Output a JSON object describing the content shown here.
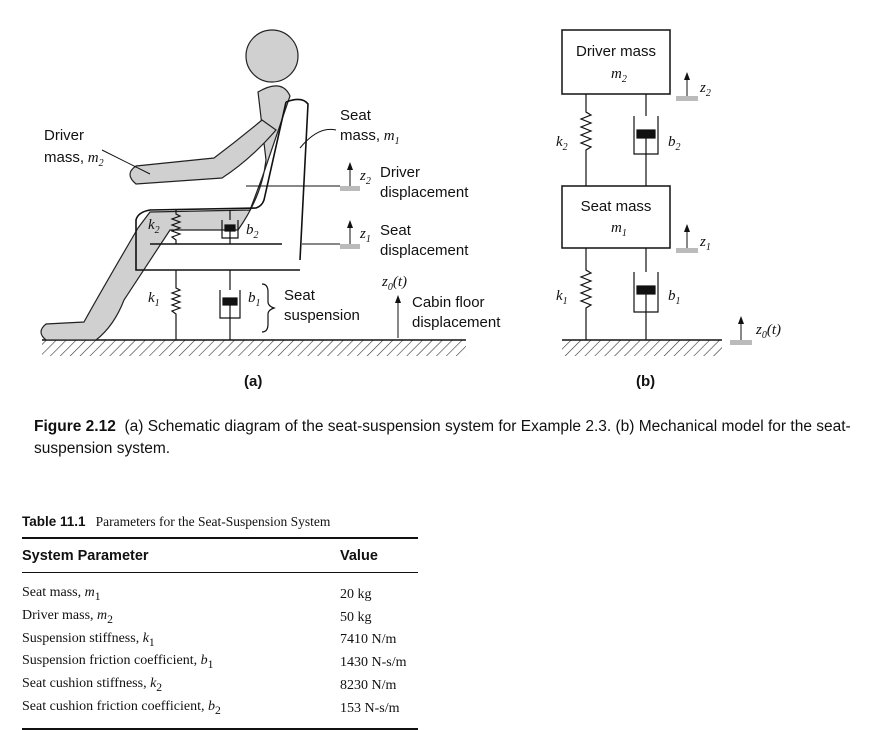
{
  "figure": {
    "panel_a": {
      "label": "(a)",
      "driver_mass_line1": "Driver",
      "driver_mass_line2": "mass,",
      "seat_mass_line1": "Seat",
      "seat_mass_line2": "mass,",
      "z2_label": "Driver",
      "z2_label_line2": "displacement",
      "z1_label": "Seat",
      "z1_label_line2": "displacement",
      "suspension_line1": "Seat",
      "suspension_line2": "suspension",
      "floor_line1": "Cabin floor",
      "floor_line2": "displacement"
    },
    "panel_b": {
      "label": "(b)",
      "driver_box_title": "Driver mass",
      "seat_box_title": "Seat mass"
    }
  },
  "caption": {
    "figure_number": "Figure 2.12",
    "text": "(a) Schematic diagram of the seat-suspension system for Example 2.3. (b) Mechanical model for the seat-suspension system."
  },
  "table": {
    "number": "Table 11.1",
    "title": "Parameters for the Seat-Suspension System",
    "headers": [
      "System Parameter",
      "Value"
    ],
    "rows": [
      {
        "param": "Seat mass, ",
        "sym": "m",
        "sub": "1",
        "value": "20 kg"
      },
      {
        "param": "Driver mass, ",
        "sym": "m",
        "sub": "2",
        "value": "50 kg"
      },
      {
        "param": "Suspension stiffness, ",
        "sym": "k",
        "sub": "1",
        "value": "7410 N/m"
      },
      {
        "param": "Suspension friction coefficient, ",
        "sym": "b",
        "sub": "1",
        "value": "1430 N-s/m"
      },
      {
        "param": "Seat cushion stiffness, ",
        "sym": "k",
        "sub": "2",
        "value": "8230 N/m"
      },
      {
        "param": "Seat cushion friction coefficient, ",
        "sym": "b",
        "sub": "2",
        "value": "153 N-s/m"
      }
    ]
  }
}
